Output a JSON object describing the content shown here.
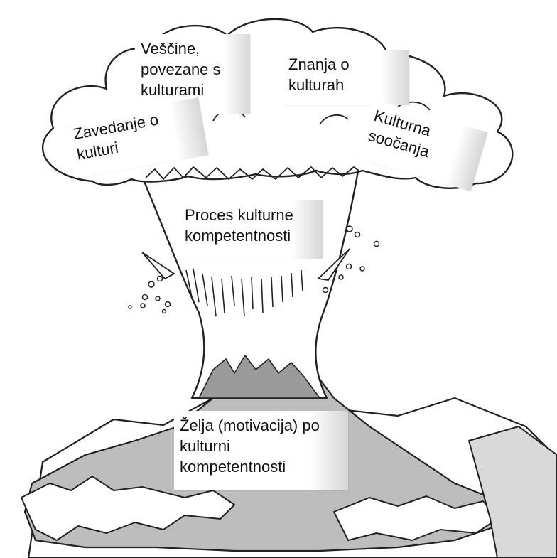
{
  "diagram": {
    "labels": {
      "vescine": [
        "Veščine,",
        "povezane s",
        "kulturami"
      ],
      "znanja": [
        "Znanja o",
        "kulturah"
      ],
      "zavedanje": [
        "Zavedanje o",
        "kulturi"
      ],
      "soocanja": [
        "Kulturna",
        "soočanja"
      ],
      "proces": [
        "Proces kulturne",
        "kompetentnosti"
      ],
      "zelja": [
        "Želja (motivacija) po",
        "kulturni",
        "kompetentnosti"
      ]
    }
  }
}
